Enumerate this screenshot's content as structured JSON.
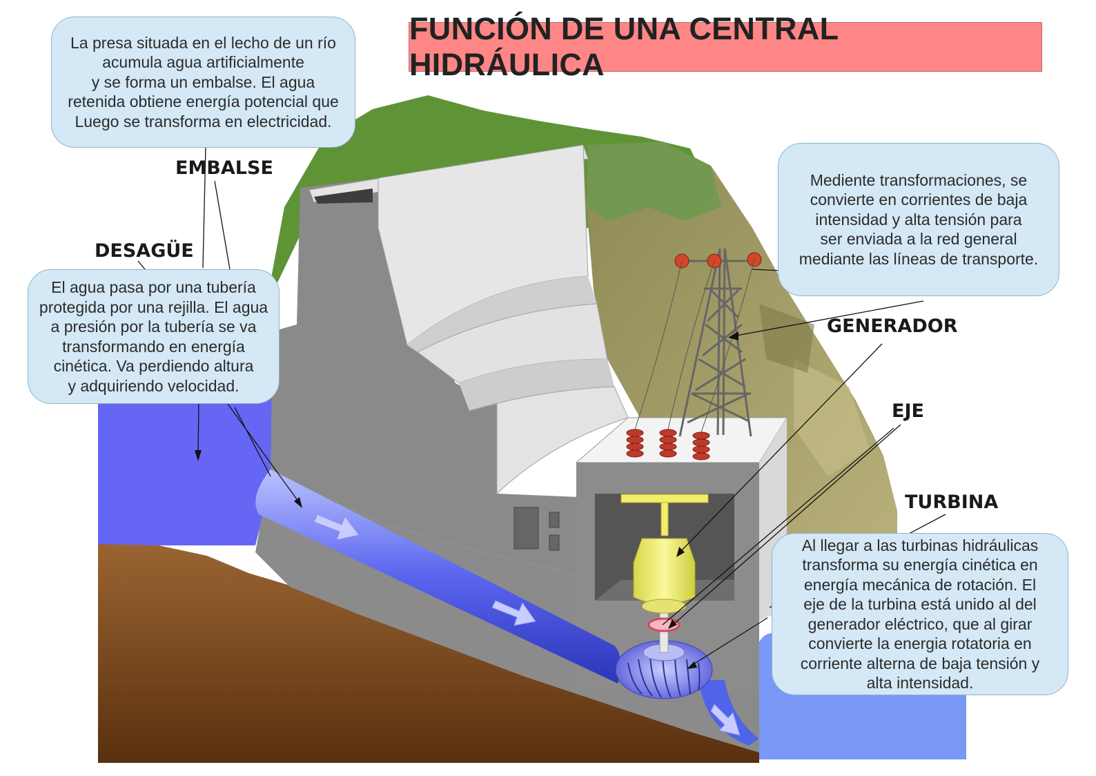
{
  "title": "FUNCIÓN DE UNA CENTRAL HIDRÁULICA",
  "bubbles": {
    "embalse": "La presa situada en el lecho de un río\nacumula agua artificialmente\ny se forma un embalse. El agua\nretenida obtiene energía potencial que\nLuego se transforma en electricidad.",
    "desague": "El agua pasa por una tubería\nprotegida por una rejilla. El agua\na presión por la tubería se va\ntransformando en energía\ncinética. Va perdiendo altura\ny adquiriendo velocidad.",
    "transporte": "Mediente transformaciones, se\nconvierte en corrientes de baja\nintensidad y alta tensión para\nser enviada a la red general\nmediante las líneas de transporte.",
    "turbina": "Al llegar a las turbinas hidráulicas\ntransforma su energía cinética en\nenergía mecánica de rotación. El\neje de la turbina está unido al del\ngenerador eléctrico, que al girar\nconvierte la energia rotatoria en\ncorriente alterna de baja tensión y\nalta intensidad."
  },
  "labels": {
    "embalse": "EMBALSE",
    "desague": "DESAGÜE",
    "generador": "GENERADOR",
    "eje": "EJE",
    "turbina": "TURBINA"
  },
  "colors": {
    "title_bg": "#ff8686",
    "bubble_bg": "#d4e8f5",
    "water": "#6666f5",
    "earth": "#8a5a2e",
    "concrete": "#8f8f8f",
    "hill_green": "#5e9436",
    "rock": "#9a9460",
    "insulator": "#c0392b",
    "generator": "#f2f07a"
  }
}
